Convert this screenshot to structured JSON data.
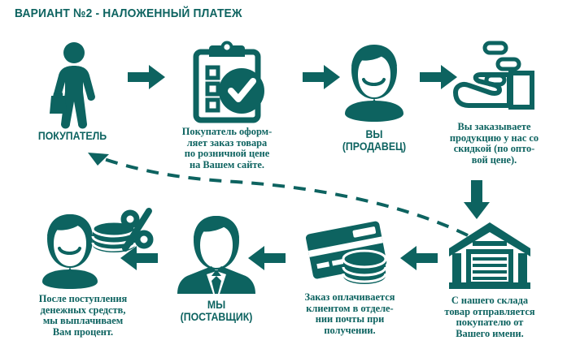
{
  "header": {
    "title": "ВАРИАНТ №2 - НАЛОЖЕННЫЙ ПЛАТЕЖ"
  },
  "colors": {
    "teal": "#0d6360",
    "background": "#ffffff"
  },
  "diagram": {
    "type": "process-flow",
    "direction": "clockwise-loop",
    "steps": [
      {
        "id": "buyer",
        "icon": "person-with-briefcase-icon",
        "label": "ПОКУПАТЕЛЬ",
        "label_style": "bold-caps",
        "row": "top",
        "order": 1
      },
      {
        "id": "order-placed",
        "icon": "clipboard-checkmark-icon",
        "label": "Покупатель оформ-\nляет заказ товара\nпо розничной цене\nна Вашем сайте.",
        "lines": [
          "Покупатель оформ-",
          "ляет заказ товара",
          "по розничной цене",
          "на Вашем сайте."
        ],
        "label_style": "serif",
        "row": "top",
        "order": 2
      },
      {
        "id": "seller",
        "icon": "person-avatar-smiling-icon",
        "label": "ВЫ\n(ПРОДАВЕЦ)",
        "lines": [
          "ВЫ",
          "(ПРОДАВЕЦ)"
        ],
        "label_style": "bold-caps",
        "row": "top",
        "order": 3
      },
      {
        "id": "wholesale-order",
        "icon": "hand-with-coins-icon",
        "label": "Вы заказываете\nпродукцию у нас со\nскидкой (по опто-\nвой цене).",
        "lines": [
          "Вы заказываете",
          "продукцию у нас со",
          "скидкой (по опто-",
          "вой цене)."
        ],
        "label_style": "serif",
        "row": "top",
        "order": 4
      },
      {
        "id": "warehouse",
        "icon": "warehouse-icon",
        "label": "С нашего склада\nтовар отправляется\nпокупателю от\nВашего имени.",
        "lines": [
          "С нашего склада",
          "товар отправляется",
          "покупателю от",
          "Вашего имени."
        ],
        "label_style": "serif",
        "row": "bottom",
        "order": 5
      },
      {
        "id": "payment-on-delivery",
        "icon": "credit-card-with-coins-icon",
        "label": "Заказ оплачивается\nклиентом в отделе-\nнии почты при\nполучении.",
        "lines": [
          "Заказ оплачивается",
          "клиентом в отделе-",
          "нии почты при",
          "получении."
        ],
        "label_style": "serif",
        "row": "bottom",
        "order": 6
      },
      {
        "id": "supplier",
        "icon": "person-in-suit-icon",
        "label": "МЫ\n(ПОСТАВЩИК)",
        "lines": [
          "МЫ",
          "(ПОСТАВЩИК)"
        ],
        "label_style": "bold-caps",
        "row": "bottom",
        "order": 7
      },
      {
        "id": "payout",
        "icon": "smiling-face-with-coins-percent-icon",
        "label": "После поступления\nденежных средств,\nмы выплачиваем\nВам процент.",
        "lines": [
          "После поступления",
          "денежных средств,",
          "мы выплачиваем",
          "Вам процент."
        ],
        "label_style": "serif",
        "row": "bottom",
        "order": 8
      }
    ],
    "connectors": [
      {
        "id": "arrow-buyer-to-order",
        "icon": "arrow-right-icon",
        "direction": "right"
      },
      {
        "id": "arrow-order-to-seller",
        "icon": "arrow-right-icon",
        "direction": "right"
      },
      {
        "id": "arrow-seller-to-wholesale",
        "icon": "arrow-right-icon",
        "direction": "right"
      },
      {
        "id": "arrow-wholesale-to-warehouse",
        "icon": "arrow-down-icon",
        "direction": "down"
      },
      {
        "id": "arrow-warehouse-to-payment",
        "icon": "arrow-left-icon",
        "direction": "left"
      },
      {
        "id": "arrow-payment-to-supplier",
        "icon": "arrow-left-icon",
        "direction": "left"
      },
      {
        "id": "arrow-supplier-to-payout",
        "icon": "arrow-left-icon",
        "direction": "left"
      },
      {
        "id": "dashed-warehouse-to-buyer",
        "icon": "dashed-curved-arrow-icon",
        "direction": "left-up",
        "style": "dashed"
      }
    ]
  }
}
